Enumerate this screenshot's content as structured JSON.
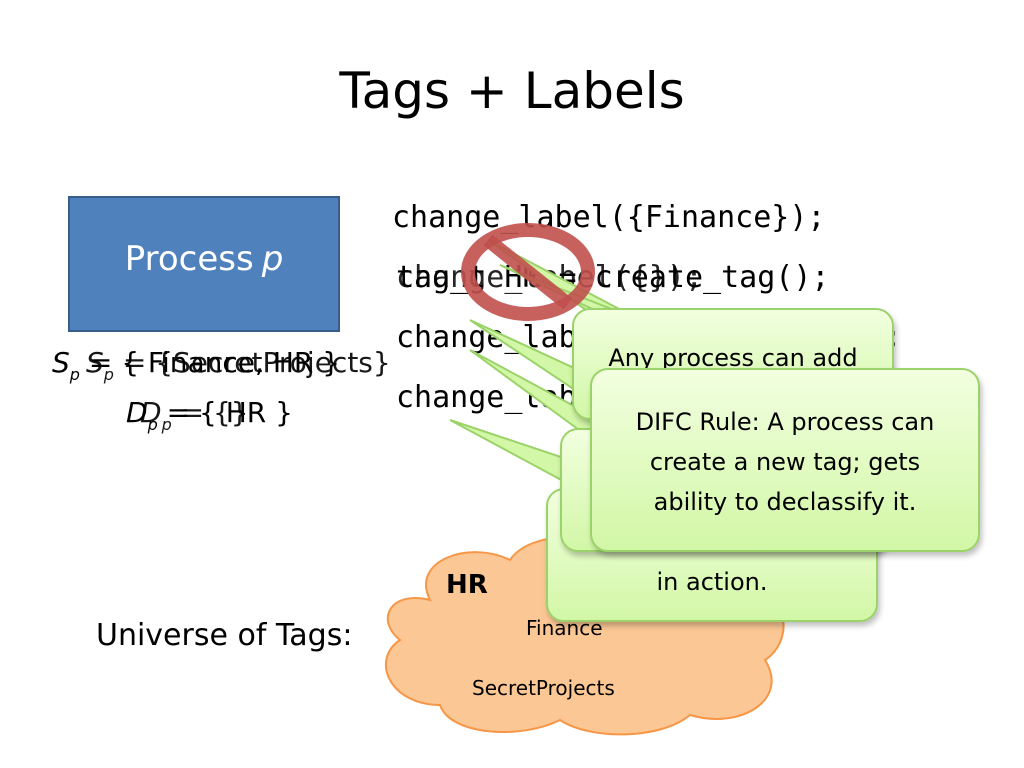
{
  "slide": {
    "title": "Tags + Labels"
  },
  "process": {
    "label": "Process",
    "var": "p"
  },
  "labels": {
    "s_prefix": "S",
    "s_sub": "p",
    "s_value_a": " = { Finance, HR }",
    "s_value_b": " = {SecretProjects}",
    "d_prefix": "D",
    "d_sub": "p",
    "d_value_a": " = { HR }",
    "d_value_b": " = {}"
  },
  "code": {
    "line1": "change_label({Finance});",
    "line2a": "tag_t HR = create_tag();",
    "line2b": "change_label({});",
    "line3": "change_label({Finance, HR});",
    "line4": "change_label({});"
  },
  "universe": {
    "label": "Universe of Tags:",
    "tags": [
      "HR",
      "Finance",
      "SecretProjects"
    ]
  },
  "callouts": {
    "back": "in action.",
    "mid": "Any process can add",
    "front": [
      "DIFC Rule: A process can",
      "create a new tag; gets",
      "ability to declassify it."
    ]
  },
  "colors": {
    "process_fill": "#4f81bd",
    "cloud_fill": "#fbc794",
    "callout_fill": "#d2f7a6",
    "no_sign": "#c0504d"
  }
}
